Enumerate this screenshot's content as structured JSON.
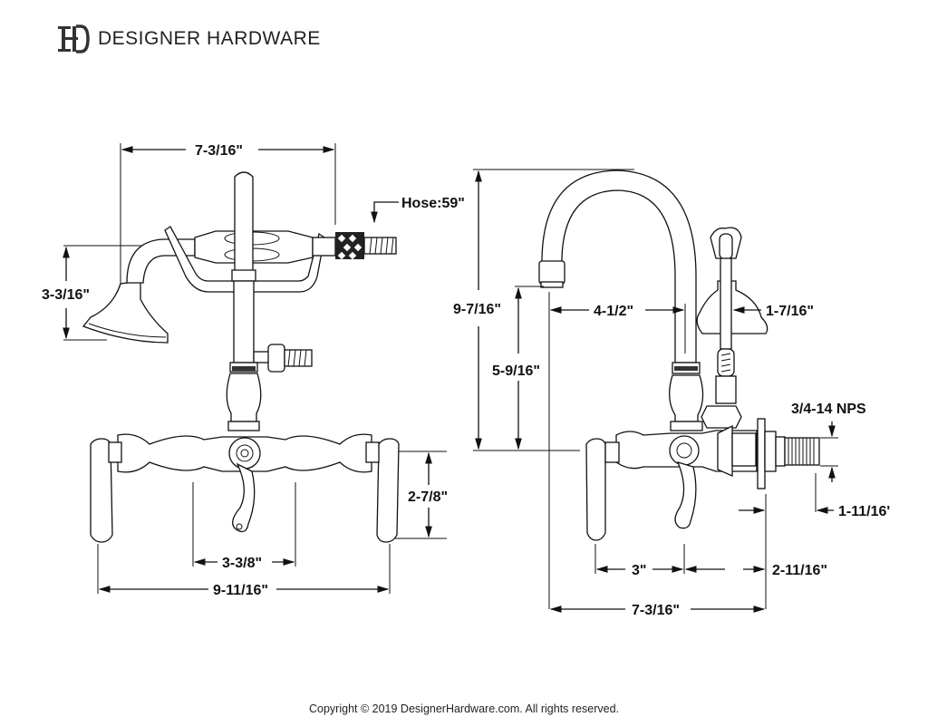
{
  "brand": {
    "logo_icon": "dh-monogram-icon",
    "name": "DESIGNER HARDWARE"
  },
  "drawing": {
    "front_view": {
      "dimensions": {
        "overall_width_top": "7-3/16\"",
        "hose_length": "Hose:59\"",
        "handshower_height": "3-3/16\"",
        "handle_height": "2-7/8\"",
        "center_spacing": "3-3/8\"",
        "overall_width": "9-11/16\""
      }
    },
    "side_view": {
      "dimensions": {
        "overall_height": "9-7/16\"",
        "spout_clearance": "5-9/16\"",
        "spout_reach": "4-1/2\"",
        "handshower_diameter": "1-7/16\"",
        "thread_size": "3/4-14 NPS",
        "inlet_height": "1-11/16'",
        "handle_offset": "3\"",
        "wall_offset": "2-11/16\"",
        "overall_depth": "7-3/16\""
      }
    }
  },
  "footer": {
    "copyright": "Copyright © 2019 DesignerHardware.com. All rights reserved."
  }
}
